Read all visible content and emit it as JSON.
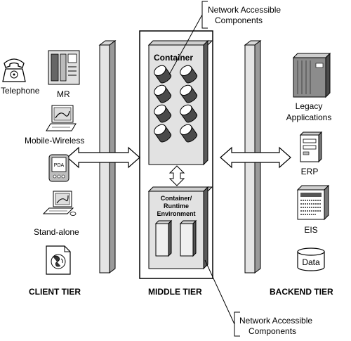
{
  "callouts": {
    "top": [
      "Network Accessible",
      "Components"
    ],
    "bottom": [
      "Network Accessible",
      "Components"
    ]
  },
  "middle": {
    "container_label": "Container",
    "runtime_label": [
      "Container/",
      "Runtime",
      "Environment"
    ]
  },
  "client_devices": {
    "telephone": "Telephone",
    "mr": "MR",
    "mobile_wireless": "Mobile-Wireless",
    "pda_screen": "PDA",
    "standalone": "Stand-alone"
  },
  "backend_systems": {
    "legacy": [
      "Legacy",
      "Applications"
    ],
    "erp": "ERP",
    "eis": "EIS",
    "data": "Data"
  },
  "tiers": {
    "client": "CLIENT TIER",
    "middle": "MIDDLE TIER",
    "backend": "BACKEND TIER"
  }
}
